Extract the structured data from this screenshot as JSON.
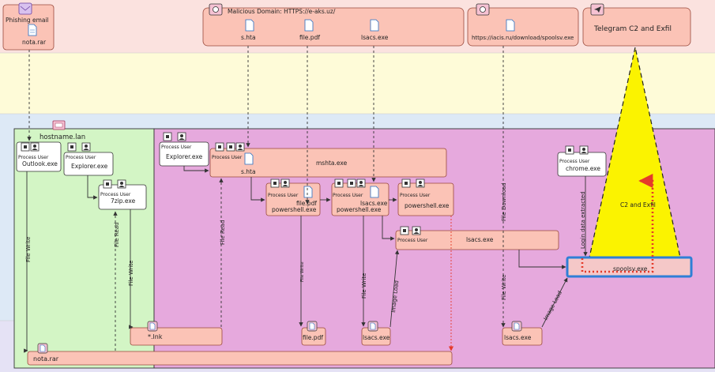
{
  "colors": {
    "band_top": "#fbe2df",
    "band_yellow": "#fefbd8",
    "band_blue": "#dde9f6",
    "band_bottom": "#e5e2f5",
    "host_green": "#d3f5c5",
    "proc_purple": "#e6a9dd",
    "node_fill": "#fbc3b6",
    "triangle": "#fbf300",
    "highlight_border": "#2f7fd6",
    "exfil_red": "#e53a2a"
  },
  "top": {
    "phishing_label": "Phishing email",
    "phishing_file": "nota.rar",
    "malicious_domain_label": "Malicious Domain:  HTTPS://e-aks.uz/",
    "domain_files": [
      "s.hta",
      "file.pdf",
      "lsacs.exe"
    ],
    "download_url": "https://iacis.ru/download/spoolsv.exe",
    "telegram_label": "Telegram C2 and Exfil"
  },
  "host": {
    "hostname": "hostname.lan",
    "process_user": "Process User",
    "outlook": "Outlook.exe",
    "explorer1": "Explorer.exe",
    "zip": "7zip.exe",
    "explorer2": "Explorer.exe",
    "mshta": "mshta.exe",
    "mshta_file": "s.hta",
    "ps1": "powershell.exe",
    "ps1_file": "file.pdf",
    "ps2": "powershell.exe",
    "ps2_file": "lsacs.exe",
    "ps3": "powershell.exe",
    "lsacs": "lsacs.exe",
    "chrome": "chrome.exe",
    "spoolsv": "spoolsv.exe"
  },
  "bottom": {
    "lnk": "*.lnk",
    "rar": "nota.rar",
    "pdf": "file.pdf",
    "lsacs1": "lsacs.exe",
    "lsacs2": "lsacs.exe"
  },
  "edges": {
    "file_write": "File Write",
    "file_read": "File Read",
    "image_load": "Image Load",
    "file_download": "File Download",
    "login_data": "Login data extracted",
    "c2_exfil": "C2 and Exfil"
  }
}
